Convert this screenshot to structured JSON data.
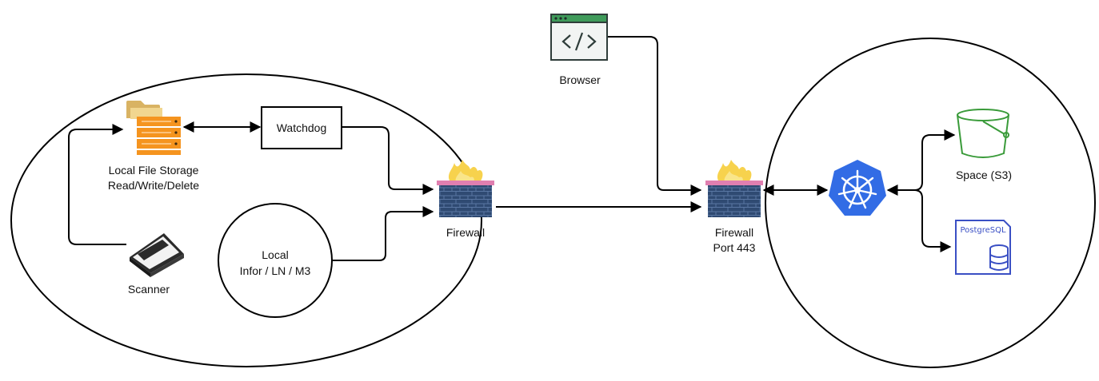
{
  "nodes": {
    "local_file_storage": {
      "line1": "Local File Storage",
      "line2": "Read/Write/Delete",
      "icon": "folder-server-icon"
    },
    "watchdog": {
      "label": "Watchdog"
    },
    "scanner": {
      "label": "Scanner",
      "icon": "scanner-icon"
    },
    "local_erp": {
      "line1": "Local",
      "line2": "Infor / LN / M3"
    },
    "firewall_local": {
      "label": "Firewall",
      "icon": "firewall-icon"
    },
    "browser": {
      "label": "Browser",
      "icon": "browser-code-icon"
    },
    "firewall_cloud": {
      "line1": "Firewall",
      "line2": "Port 443",
      "icon": "firewall-icon"
    },
    "kubernetes": {
      "icon": "kubernetes-icon"
    },
    "space_s3": {
      "label": "Space (S3)",
      "icon": "bucket-icon"
    },
    "postgres": {
      "icon_text": "PostgreSQL",
      "icon": "database-icon"
    }
  },
  "colors": {
    "storage_orange": "#f5941f",
    "folder_tan": "#e9c77b",
    "browser_green": "#3f9b5a",
    "firewall_brick": "#2f4a72",
    "firewall_flame": "#f7d24d",
    "firewall_cap": "#e07fb0",
    "kubernetes_blue": "#326ce5",
    "bucket_green": "#3a9b3a",
    "postgres_blue": "#3a4fc4"
  }
}
